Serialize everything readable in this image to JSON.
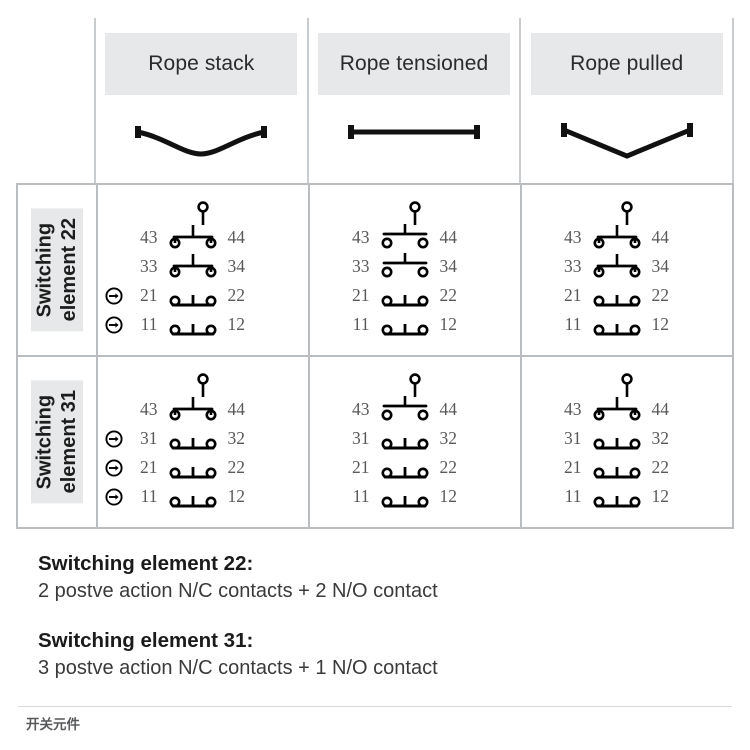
{
  "table": {
    "columns": [
      {
        "id": "rope-stack",
        "label": "Rope stack",
        "rope_icon": "rope-slack-curve-icon"
      },
      {
        "id": "rope-tensioned",
        "label": "Rope tensioned",
        "rope_icon": "rope-straight-icon"
      },
      {
        "id": "rope-pulled",
        "label": "Rope pulled",
        "rope_icon": "rope-v-bend-icon"
      }
    ],
    "rows": [
      {
        "id": "switching-element-22",
        "label_line1": "Switching",
        "label_line2": "element 22",
        "cells": [
          {
            "column": "rope-stack",
            "contacts": [
              {
                "left": "43",
                "right": "44",
                "type": "no",
                "state": "closed",
                "positive_action": false
              },
              {
                "left": "33",
                "right": "34",
                "type": "no",
                "state": "closed",
                "positive_action": false
              },
              {
                "left": "21",
                "right": "22",
                "type": "nc",
                "state": "closed",
                "positive_action": true
              },
              {
                "left": "11",
                "right": "12",
                "type": "nc",
                "state": "closed",
                "positive_action": true
              }
            ]
          },
          {
            "column": "rope-tensioned",
            "contacts": [
              {
                "left": "43",
                "right": "44",
                "type": "no",
                "state": "open",
                "positive_action": false
              },
              {
                "left": "33",
                "right": "34",
                "type": "no",
                "state": "open",
                "positive_action": false
              },
              {
                "left": "21",
                "right": "22",
                "type": "nc",
                "state": "closed",
                "positive_action": false
              },
              {
                "left": "11",
                "right": "12",
                "type": "nc",
                "state": "closed",
                "positive_action": false
              }
            ]
          },
          {
            "column": "rope-pulled",
            "contacts": [
              {
                "left": "43",
                "right": "44",
                "type": "no",
                "state": "closed",
                "positive_action": false
              },
              {
                "left": "33",
                "right": "34",
                "type": "no",
                "state": "closed",
                "positive_action": false
              },
              {
                "left": "21",
                "right": "22",
                "type": "nc",
                "state": "closed",
                "positive_action": false
              },
              {
                "left": "11",
                "right": "12",
                "type": "nc",
                "state": "closed",
                "positive_action": false
              }
            ]
          }
        ]
      },
      {
        "id": "switching-element-31",
        "label_line1": "Switching",
        "label_line2": "element 31",
        "cells": [
          {
            "column": "rope-stack",
            "contacts": [
              {
                "left": "43",
                "right": "44",
                "type": "no",
                "state": "closed",
                "positive_action": false
              },
              {
                "left": "31",
                "right": "32",
                "type": "nc",
                "state": "closed",
                "positive_action": true
              },
              {
                "left": "21",
                "right": "22",
                "type": "nc",
                "state": "closed",
                "positive_action": true
              },
              {
                "left": "11",
                "right": "12",
                "type": "nc",
                "state": "closed",
                "positive_action": true
              }
            ]
          },
          {
            "column": "rope-tensioned",
            "contacts": [
              {
                "left": "43",
                "right": "44",
                "type": "no",
                "state": "open",
                "positive_action": false
              },
              {
                "left": "31",
                "right": "32",
                "type": "nc",
                "state": "closed",
                "positive_action": false
              },
              {
                "left": "21",
                "right": "22",
                "type": "nc",
                "state": "closed",
                "positive_action": false
              },
              {
                "left": "11",
                "right": "12",
                "type": "nc",
                "state": "closed",
                "positive_action": false
              }
            ]
          },
          {
            "column": "rope-pulled",
            "contacts": [
              {
                "left": "43",
                "right": "44",
                "type": "no",
                "state": "closed",
                "positive_action": false
              },
              {
                "left": "31",
                "right": "32",
                "type": "nc",
                "state": "closed",
                "positive_action": false
              },
              {
                "left": "21",
                "right": "22",
                "type": "nc",
                "state": "closed",
                "positive_action": false
              },
              {
                "left": "11",
                "right": "12",
                "type": "nc",
                "state": "closed",
                "positive_action": false
              }
            ]
          }
        ]
      }
    ]
  },
  "legend": [
    {
      "title": "Switching element 22:",
      "description": "2 postve action N/C contacts + 2 N/O contact"
    },
    {
      "title": "Switching element 31:",
      "description": "3 postve action N/C contacts + 1 N/O contact"
    }
  ],
  "footer": {
    "caption": "开关元件"
  },
  "colors": {
    "header_chip": "#e6e8e9",
    "grid_line": "#b9bdbf",
    "number_text": "#58595b",
    "symbol": "#000000"
  }
}
